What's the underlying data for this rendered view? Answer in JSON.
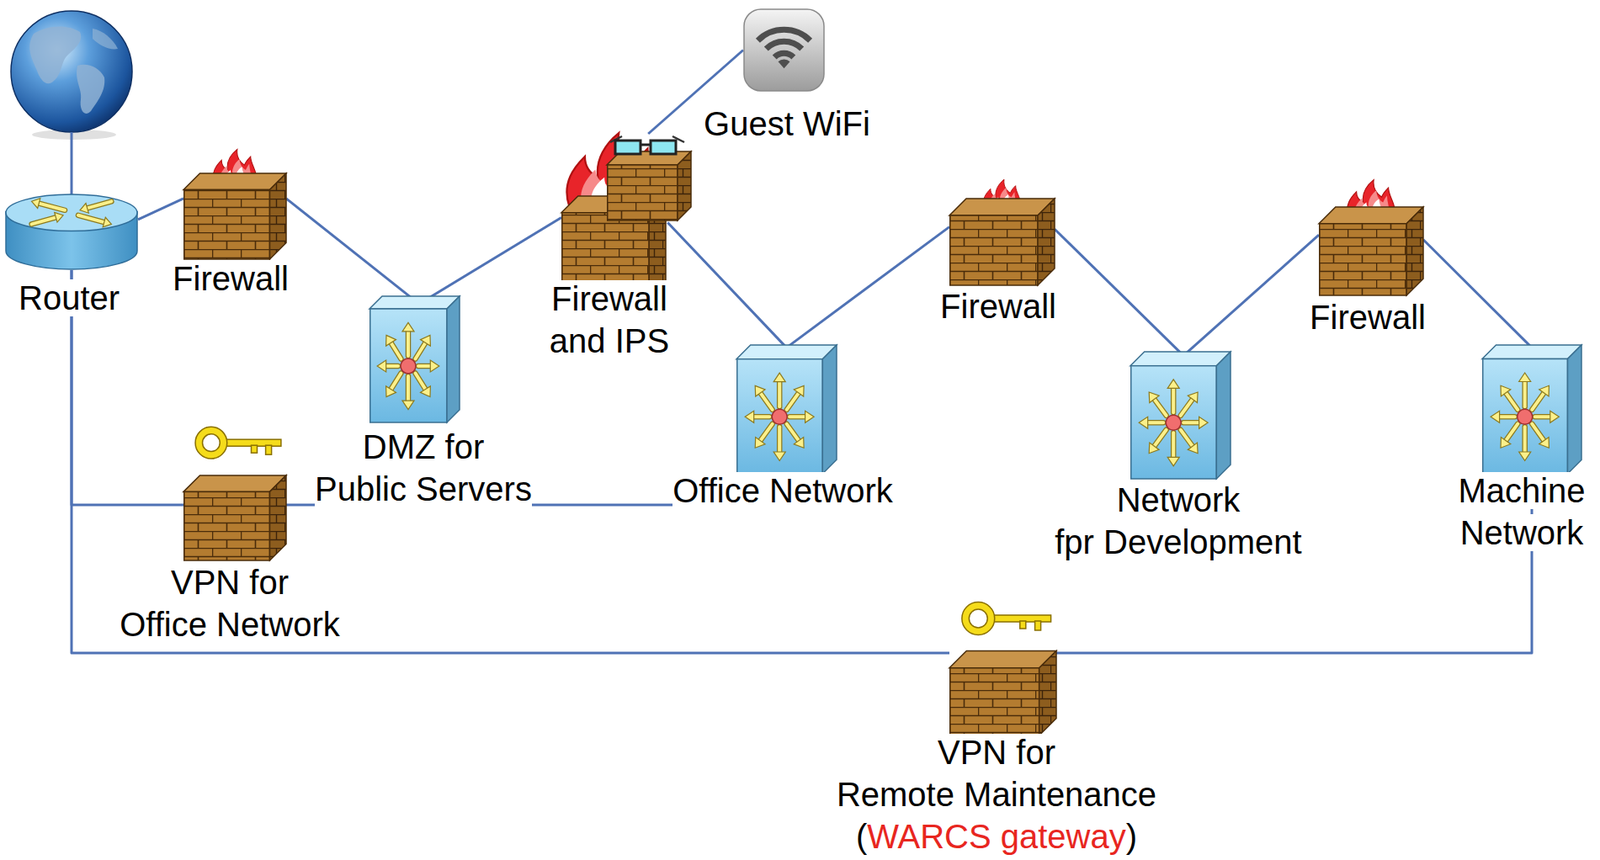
{
  "diagram": {
    "nodes": [
      {
        "text": [
          "Router"
        ]
      },
      {
        "text": [
          "Firewall"
        ]
      },
      {
        "text": [
          "DMZ for Public Servers"
        ]
      },
      {
        "text": [
          "Firewall and IPS"
        ]
      },
      {
        "text": [
          "Guest WiFi"
        ]
      },
      {
        "text": [
          "Office Network"
        ]
      },
      {
        "text": [
          "Firewall"
        ]
      },
      {
        "text": [
          "Network fpr Development"
        ]
      },
      {
        "text": [
          "Firewall"
        ]
      },
      {
        "text": [
          "Machine Network"
        ]
      },
      {
        "text": [
          "VPN for Office Network"
        ]
      },
      {
        "text": [
          "VPN for Remote Maintenance",
          "(",
          "WARCS gateway",
          ")"
        ]
      }
    ],
    "edges": [
      {
        "from": 0,
        "to": 1,
        "arrow": "none"
      },
      {
        "from": 1,
        "to": 2,
        "arrow": "none"
      },
      {
        "from": 2,
        "to": 3,
        "arrow": "none"
      },
      {
        "from": 3,
        "to": 4,
        "arrow": "none"
      },
      {
        "from": 3,
        "to": 5,
        "arrow": "none"
      },
      {
        "from": 5,
        "to": 6,
        "arrow": "none"
      },
      {
        "from": 6,
        "to": 7,
        "arrow": "none"
      },
      {
        "from": 7,
        "to": 8,
        "arrow": "none"
      },
      {
        "from": 8,
        "to": 9,
        "arrow": "none"
      },
      {
        "from": 0,
        "to": 10,
        "arrow": "none"
      },
      {
        "from": 10,
        "to": 5,
        "arrow": "none"
      },
      {
        "from": 0,
        "to": 11,
        "arrow": "none"
      },
      {
        "from": 11,
        "to": 9,
        "arrow": "none"
      }
    ]
  }
}
